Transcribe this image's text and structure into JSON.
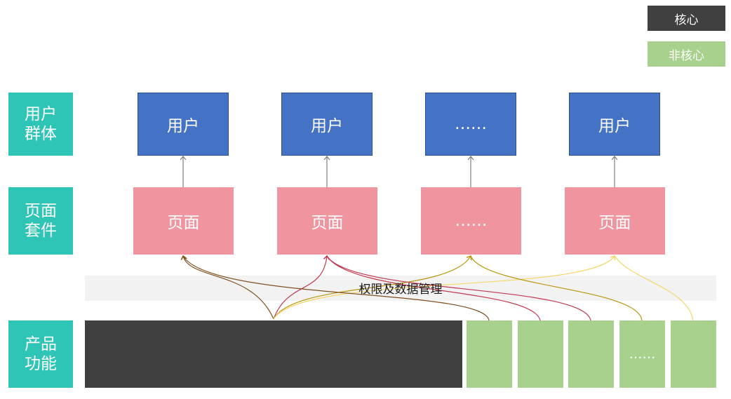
{
  "legend": {
    "core": "核心",
    "noncore": "非核心"
  },
  "rows": {
    "users": "用户\n群体",
    "pages": "页面\n套件",
    "features": "产品\n功能"
  },
  "users": [
    "用户",
    "用户",
    "……",
    "用户"
  ],
  "pages": [
    "页面",
    "页面",
    "……",
    "页面"
  ],
  "band_label": "权限及数据管理",
  "features_more": "……",
  "colors": {
    "core": "#404040",
    "noncore": "#a9d18e",
    "row_label": "#2ec4b6",
    "user": "#4472c4",
    "page": "#f0949f",
    "band": "#f2f2f2",
    "link_1": "#7f4f1f",
    "link_2": "#c0394f",
    "link_3": "#b8960b",
    "link_4": "#f5d76e"
  }
}
